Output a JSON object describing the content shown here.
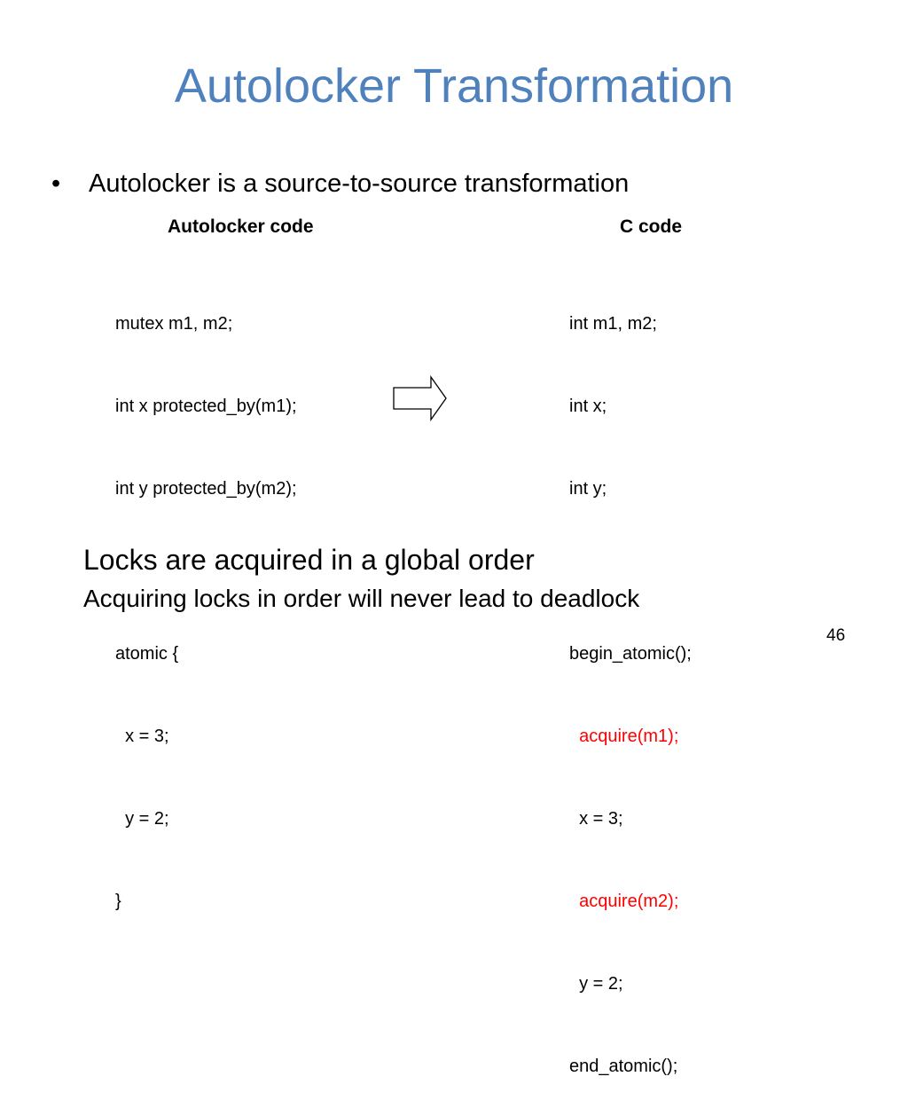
{
  "slide": {
    "title": "Autolocker Transformation",
    "bullet_symbol": "•",
    "bullet_text": "Autolocker is a source-to-source transformation",
    "left_heading": "Autolocker code",
    "right_heading": "C code",
    "left_code": [
      {
        "text": "mutex m1, m2;",
        "highlight": false
      },
      {
        "text": "int x protected_by(m1);",
        "highlight": false
      },
      {
        "text": "int y protected_by(m2);",
        "highlight": false
      },
      {
        "text": "",
        "highlight": false
      },
      {
        "text": "atomic {",
        "highlight": false
      },
      {
        "text": "  x = 3;",
        "highlight": false
      },
      {
        "text": "  y = 2;",
        "highlight": false
      },
      {
        "text": "}",
        "highlight": false
      }
    ],
    "right_code": [
      {
        "text": "int m1, m2;",
        "highlight": false
      },
      {
        "text": "int x;",
        "highlight": false
      },
      {
        "text": "int y;",
        "highlight": false
      },
      {
        "text": "",
        "highlight": false
      },
      {
        "text": "begin_atomic();",
        "highlight": false
      },
      {
        "text": "  acquire(m1);",
        "highlight": true
      },
      {
        "text": "  x = 3;",
        "highlight": false
      },
      {
        "text": "  acquire(m2);",
        "highlight": true
      },
      {
        "text": "  y = 2;",
        "highlight": false
      },
      {
        "text": "end_atomic();",
        "highlight": false
      }
    ],
    "conclusion_main": "Locks are acquired in a global order",
    "conclusion_sub": "Acquiring locks in order will never lead to deadlock",
    "page_number": "46"
  },
  "colors": {
    "title": "#4F81BD",
    "highlight": "#FF0000",
    "text": "#000000"
  }
}
